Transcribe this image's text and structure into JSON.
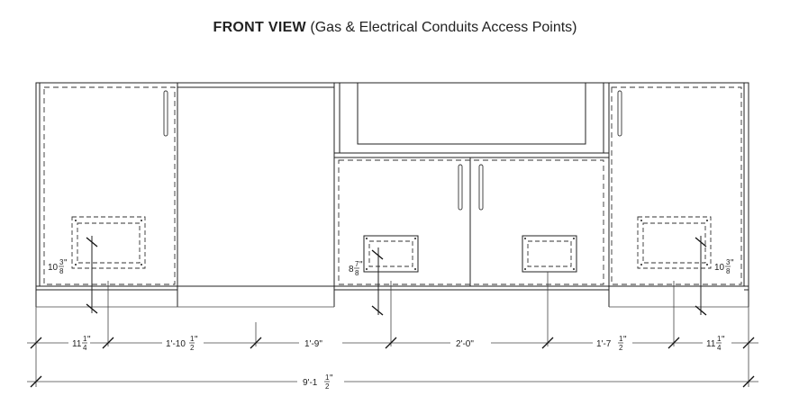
{
  "title": {
    "bold": "FRONT VIEW",
    "normal": "(Gas & Electrical Conduits Access Points)"
  },
  "dimensions": {
    "d1": {
      "whole": "11",
      "num": "1",
      "den": "4",
      "suffix": "\""
    },
    "d2": {
      "whole": "1'-10",
      "num": "1",
      "den": "2",
      "suffix": "\""
    },
    "d3": {
      "whole": "1'-9\"",
      "num": "",
      "den": "",
      "suffix": ""
    },
    "d4": {
      "whole": "2'-0\"",
      "num": "",
      "den": "",
      "suffix": ""
    },
    "d5": {
      "whole": "1'-7",
      "num": "1",
      "den": "2",
      "suffix": "\""
    },
    "d6": {
      "whole": "11",
      "num": "1",
      "den": "4",
      "suffix": "\""
    },
    "total": {
      "whole": "9'-1",
      "num": "1",
      "den": "2",
      "suffix": "\""
    },
    "h_left": {
      "whole": "10",
      "num": "3",
      "den": "8",
      "suffix": "\""
    },
    "h_mid": {
      "whole": "8",
      "num": "7",
      "den": "8",
      "suffix": "\""
    },
    "h_right": {
      "whole": "10",
      "num": "3",
      "den": "8",
      "suffix": "\""
    }
  }
}
